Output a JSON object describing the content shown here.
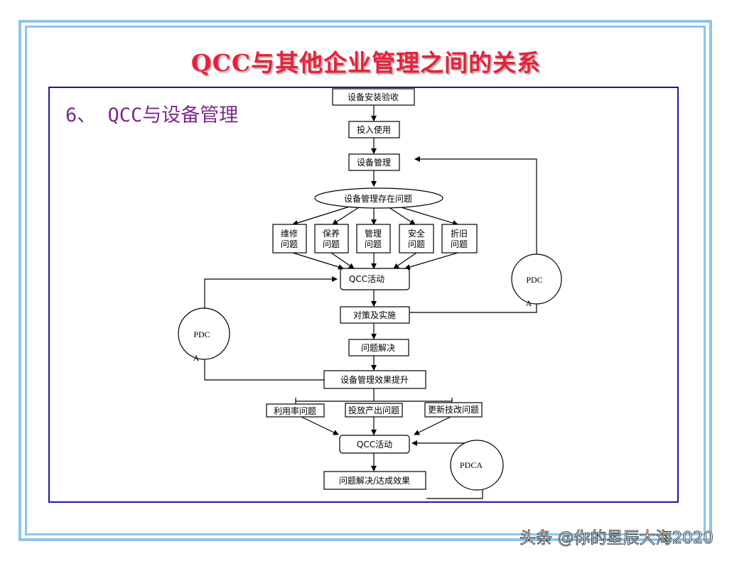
{
  "slide": {
    "title": "QCC与其他企业管理之间的关系",
    "subtitle": "6、 QCC与设备管理",
    "watermark": "头条 @你的星辰大海2020"
  },
  "flowchart": {
    "nodes": {
      "install": "设备安装验收",
      "use": "投入使用",
      "mgmt": "设备管理",
      "issues": "设备管理存在问题",
      "p1a": "维修",
      "p1b": "问题",
      "p2a": "保养",
      "p2b": "问题",
      "p3a": "管理",
      "p3b": "问题",
      "p4a": "安全",
      "p4b": "问题",
      "p5a": "折旧",
      "p5b": "问题",
      "qcc1": "QCC活动",
      "measures": "对策及实施",
      "solve": "问题解决",
      "improve": "设备管理效果提升",
      "util": "利用率问题",
      "output": "投放产出问题",
      "renew": "更新技改问题",
      "qcc2": "QCC活动",
      "result": "问题解决/达成效果"
    },
    "cycles": {
      "right": "PDC",
      "right_a": "A",
      "left": "PDC",
      "left_a": "A",
      "bottom": "PDCA"
    }
  }
}
